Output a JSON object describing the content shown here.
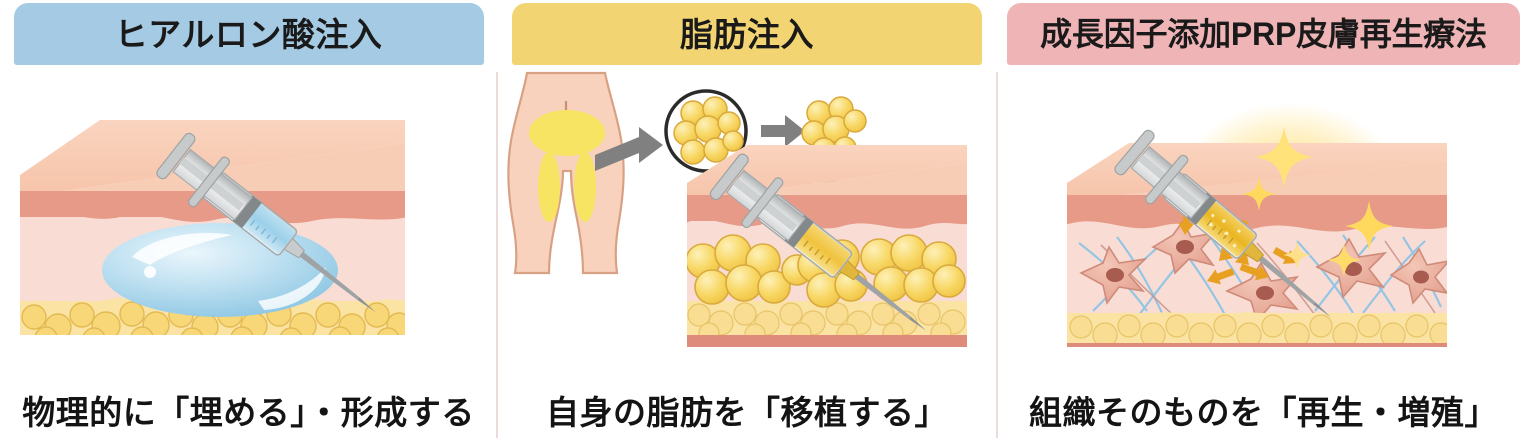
{
  "figure": {
    "title": "美容医療 注入治療 比較図",
    "divider_color": "#e9dcd9",
    "background": "#ffffff"
  },
  "panels": [
    {
      "id": "hyaluronic-acid",
      "header": {
        "label": "ヒアルロン酸注入",
        "bg": "#a5cbe4",
        "text_color": "#1a1a1a"
      },
      "caption": "物理的に「埋める」・形成する",
      "illustration": {
        "name": "skin-cross-section-with-ha-filler",
        "elements": [
          "skin-block-3d",
          "epidermis-layer",
          "dermis-layer",
          "fat-cell-layer",
          "muscle-layer",
          "ha-filler-bubble",
          "syringe-blue-filler"
        ],
        "colors": {
          "skin_top": "#f8cdb6",
          "epidermis": "#e79a88",
          "dermis": "#f9ddd4",
          "fat": "#fbe3a3",
          "fat_cell": "#f8d778",
          "fat_cell_outline": "#e0b340",
          "muscle": "#de8b7b",
          "filler_bubble": "#9ccfe8",
          "syringe_liquid": "#a8d4ea",
          "syringe_metal": "#b9bcbd"
        }
      }
    },
    {
      "id": "fat-injection",
      "header": {
        "label": "脂肪注入",
        "bg": "#f2d572",
        "text_color": "#1a1a1a"
      },
      "caption": "自身の脂肪を「移植する」",
      "illustration": {
        "name": "fat-harvest-and-graft-diagram",
        "elements": [
          "body-silhouette-lower",
          "donor-site-abdomen",
          "donor-site-thighs",
          "harvest-arrow",
          "magnifier-circle-fat-cells",
          "transfer-arrow",
          "fat-cell-cluster",
          "down-arrow",
          "skin-cross-section-with-grafted-fat",
          "syringe-yellow-fat"
        ],
        "colors": {
          "body_skin": "#f8d2bd",
          "body_outline": "#d8a184",
          "donor_fat": "#f7e463",
          "arrow": "#808080",
          "fat_globule": "#f7d35e",
          "fat_globule_outline": "#d9a93b",
          "circle_outline": "#2b2b2b",
          "syringe_liquid": "#f2c744"
        }
      }
    },
    {
      "id": "prp-growth-factor",
      "header": {
        "label": "成長因子添加PRP皮膚再生療法",
        "bg": "#efb4b6",
        "text_color": "#1a1a1a"
      },
      "caption": "組織そのものを「再生・増殖」",
      "illustration": {
        "name": "skin-cross-section-with-fibroblast-regeneration",
        "elements": [
          "skin-block-3d",
          "epidermis-layer",
          "dermis-layer-with-fibroblasts",
          "fibroblast-cells",
          "collagen-fibers",
          "elastin-fibers",
          "regeneration-arrows",
          "fat-cell-layer",
          "muscle-layer",
          "syringe-prp-golden",
          "sparkle-stars",
          "golden-glow"
        ],
        "colors": {
          "fibroblast": "#e8a596",
          "fibroblast_nucleus": "#a85b4f",
          "collagen_fiber": "#8fc4e5",
          "regen_arrow": "#e8a020",
          "sparkle": "#ffd24a",
          "glow": "#ffd863",
          "syringe_liquid": "#efbb2e"
        }
      }
    }
  ]
}
